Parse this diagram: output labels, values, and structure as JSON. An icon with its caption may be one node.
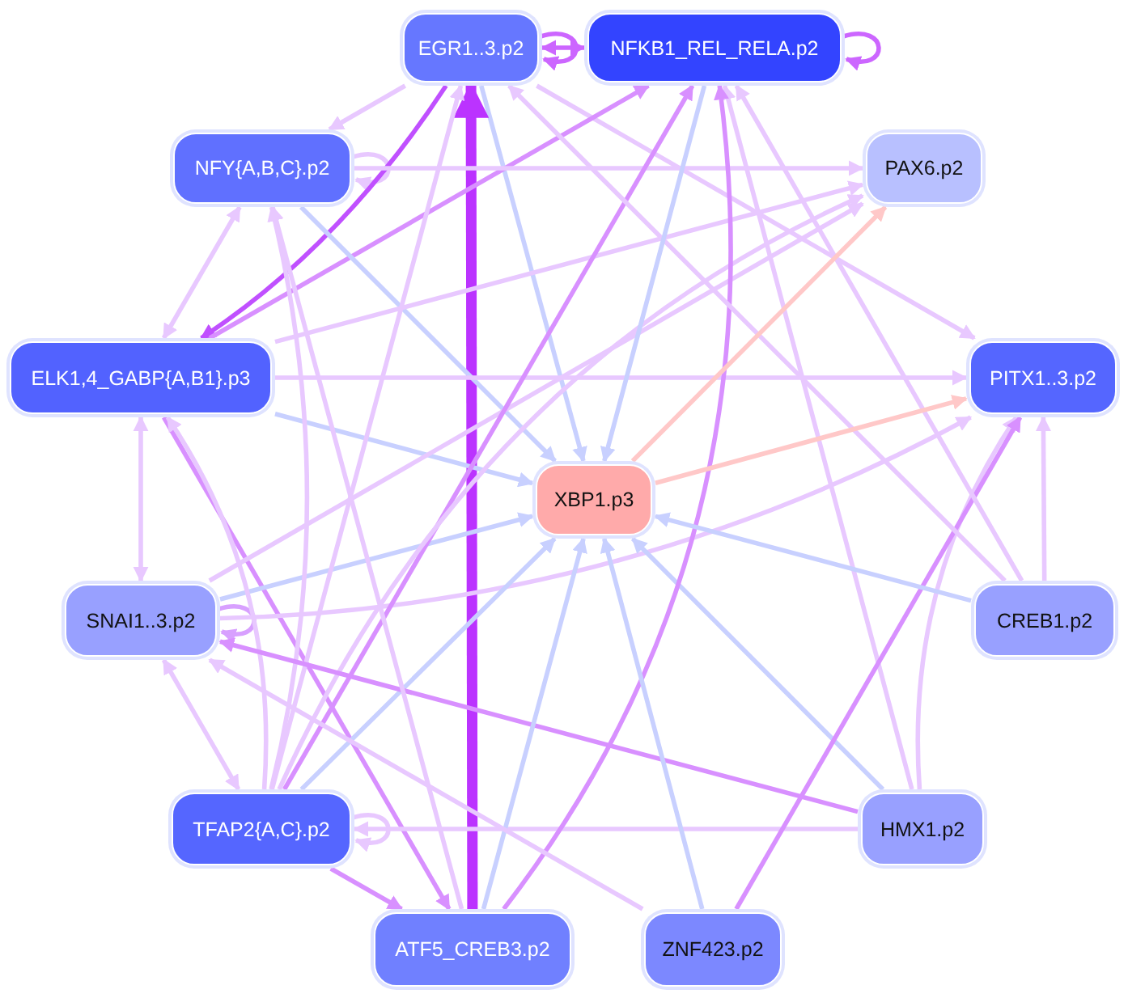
{
  "diagram": {
    "nodes": [
      {
        "text": [
          "EGR1..3.p2"
        ]
      },
      {
        "text": [
          "NFKB1_REL_RELA.p2"
        ]
      },
      {
        "text": [
          "NFY{A,B,C}.p2"
        ]
      },
      {
        "text": [
          "PAX6.p2"
        ]
      },
      {
        "text": [
          "ELK1,4_GABP{A,B1}.p3"
        ]
      },
      {
        "text": [
          "PITX1..3.p2"
        ]
      },
      {
        "text": [
          "XBP1.p3"
        ]
      },
      {
        "text": [
          "SNAI1..3.p2"
        ]
      },
      {
        "text": [
          "CREB1.p2"
        ]
      },
      {
        "text": [
          "TFAP2{A,C}.p2"
        ]
      },
      {
        "text": [
          "HMX1.p2"
        ]
      },
      {
        "text": [
          "ATF5_CREB3.p2"
        ]
      },
      {
        "text": [
          "ZNF423.p2"
        ]
      }
    ],
    "edges": [
      {
        "from": 0,
        "to": 0,
        "arrow": "to",
        "color": "#cc66ff"
      },
      {
        "from": 1,
        "to": 1,
        "arrow": "to",
        "color": "#cc66ff"
      },
      {
        "from": 2,
        "to": 2,
        "arrow": "to"
      },
      {
        "from": 7,
        "to": 7,
        "arrow": "to",
        "color": "#d8a0ff"
      },
      {
        "from": 9,
        "to": 9,
        "arrow": "to"
      },
      {
        "from": 0,
        "to": 1,
        "arrow": "both",
        "color": "#cc66ff"
      },
      {
        "from": 0,
        "to": 2,
        "arrow": "to"
      },
      {
        "from": 0,
        "to": 6,
        "arrow": "to",
        "color": "#c8d0ff"
      },
      {
        "from": 0,
        "to": 5,
        "arrow": "to"
      },
      {
        "from": 0,
        "to": 4,
        "arrow": "to",
        "color": "#c050ff"
      },
      {
        "from": 11,
        "to": 0,
        "arrow": "to",
        "style": "thick",
        "color": "#bb33ff"
      },
      {
        "from": 4,
        "to": 1,
        "arrow": "to",
        "color": "#d890ff"
      },
      {
        "from": 2,
        "to": 4,
        "arrow": "both"
      },
      {
        "from": 2,
        "to": 3,
        "arrow": "to"
      },
      {
        "from": 2,
        "to": 6,
        "arrow": "to",
        "color": "#c8d0ff"
      },
      {
        "from": 4,
        "to": 3,
        "arrow": "to"
      },
      {
        "from": 4,
        "to": 5,
        "arrow": "to"
      },
      {
        "from": 4,
        "to": 6,
        "arrow": "to",
        "color": "#c8d0ff"
      },
      {
        "from": 4,
        "to": 7,
        "arrow": "both"
      },
      {
        "from": 4,
        "to": 11,
        "arrow": "to",
        "color": "#d890ff"
      },
      {
        "from": 7,
        "to": 6,
        "arrow": "to",
        "color": "#c8d0ff"
      },
      {
        "from": 7,
        "to": 9,
        "arrow": "both"
      },
      {
        "from": 7,
        "to": 3,
        "arrow": "to"
      },
      {
        "from": 7,
        "to": 5,
        "arrow": "to"
      },
      {
        "from": 9,
        "to": 6,
        "arrow": "to",
        "color": "#c8d0ff"
      },
      {
        "from": 9,
        "to": 0,
        "arrow": "to"
      },
      {
        "from": 9,
        "to": 1,
        "arrow": "to",
        "color": "#d890ff"
      },
      {
        "from": 9,
        "to": 2,
        "arrow": "to"
      },
      {
        "from": 9,
        "to": 4,
        "arrow": "to"
      },
      {
        "from": 9,
        "to": 11,
        "arrow": "to",
        "color": "#d890ff"
      },
      {
        "from": 9,
        "to": 3,
        "arrow": "to"
      },
      {
        "from": 10,
        "to": 9,
        "arrow": "to"
      },
      {
        "from": 10,
        "to": 7,
        "arrow": "to",
        "color": "#d890ff"
      },
      {
        "from": 10,
        "to": 6,
        "arrow": "to",
        "color": "#c8d0ff"
      },
      {
        "from": 10,
        "to": 1,
        "arrow": "to"
      },
      {
        "from": 10,
        "to": 5,
        "arrow": "to"
      },
      {
        "from": 11,
        "to": 6,
        "arrow": "to",
        "color": "#c8d0ff"
      },
      {
        "from": 11,
        "to": 2,
        "arrow": "to"
      },
      {
        "from": 11,
        "to": 1,
        "arrow": "to",
        "color": "#d890ff"
      },
      {
        "from": 12,
        "to": 6,
        "arrow": "to",
        "color": "#c8d0ff"
      },
      {
        "from": 12,
        "to": 7,
        "arrow": "to"
      },
      {
        "from": 12,
        "to": 5,
        "arrow": "to",
        "color": "#d890ff"
      },
      {
        "from": 8,
        "to": 6,
        "arrow": "to",
        "color": "#c8d0ff"
      },
      {
        "from": 8,
        "to": 0,
        "arrow": "to"
      },
      {
        "from": 8,
        "to": 1,
        "arrow": "to"
      },
      {
        "from": 8,
        "to": 5,
        "arrow": "to"
      },
      {
        "from": 6,
        "to": 3,
        "arrow": "to",
        "color": "#ffc8c8"
      },
      {
        "from": 6,
        "to": 5,
        "arrow": "to",
        "color": "#ffc8c8"
      },
      {
        "from": 1,
        "to": 6,
        "arrow": "to",
        "color": "#c8d0ff"
      }
    ]
  }
}
